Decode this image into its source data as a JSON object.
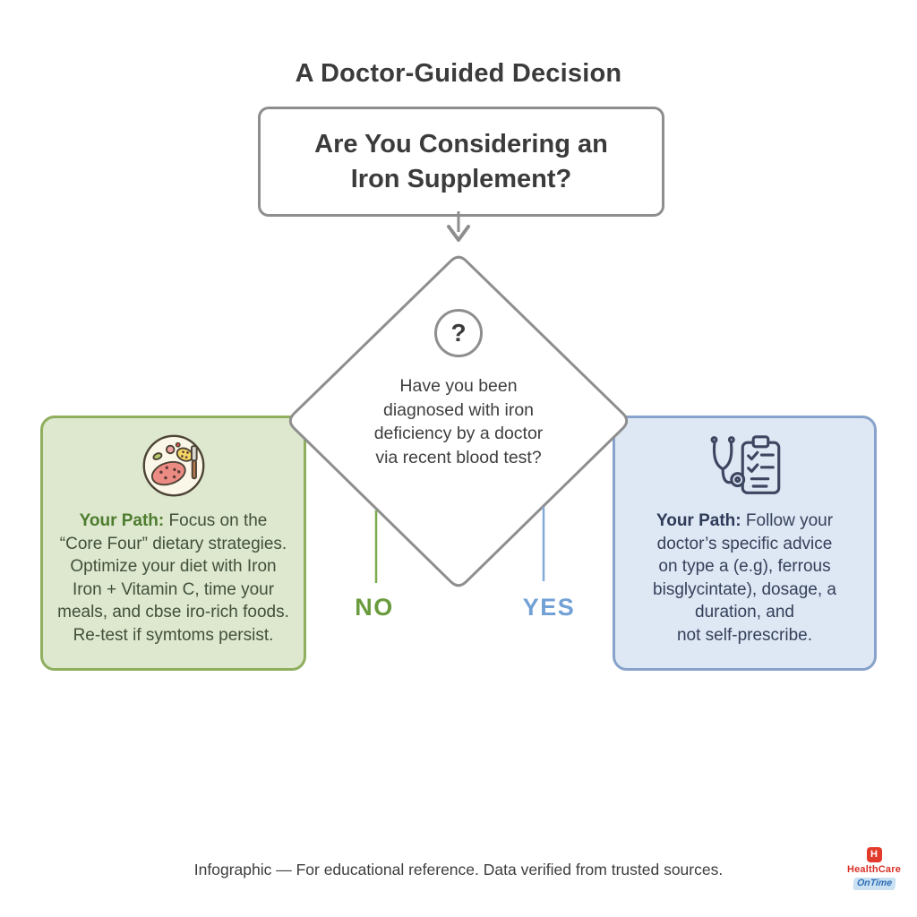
{
  "title": "A Doctor-Guided Decision",
  "start_node": {
    "line1": "Are You Considering an",
    "line2": "Iron Supplement?"
  },
  "decision_node": {
    "icon": "question-mark-icon",
    "question_mark": "?",
    "lines": {
      "0": "Have you been",
      "1": "diagnosed with iron",
      "2": "deficiency by a doctor",
      "3": "via recent blood test?"
    }
  },
  "branches": {
    "no_label": "NO",
    "yes_label": "YES",
    "no_color": "#699b3c",
    "yes_color": "#71a1d5"
  },
  "no_box": {
    "icon": "meal-plate-icon",
    "label": "Your Path:",
    "lines": {
      "0": "Focus on the",
      "1": "“Core Four” dietary strategies.",
      "2": "Optimize your diet with Iron",
      "3": "Iron + Vitamin C, time your",
      "4": "meals, and cbse iro-rich foods.",
      "5": "Re-test if symtoms persist."
    },
    "fill_color": "#dde8ce",
    "border_color": "#8fae5e"
  },
  "yes_box": {
    "icon": "stethoscope-clipboard-icon",
    "label": "Your Path:",
    "lines": {
      "0": "Follow your",
      "1": "doctor’s specific advice",
      "2": "on type a (e.g), ferrous",
      "3": "bisglycintate), dosage, a",
      "4": "duration, and",
      "5": "not self-prescribe."
    },
    "fill_color": "#dee7f4",
    "border_color": "#87a3cb"
  },
  "footer": "Infographic — For educational reference. Data verified from trusted sources.",
  "logo": {
    "badge": "H",
    "name": "HealthCare",
    "suffix": "OnTime",
    "badge_color": "#e23a2b",
    "name_color": "#d92f27",
    "suffix_color": "#2d6cb6"
  }
}
